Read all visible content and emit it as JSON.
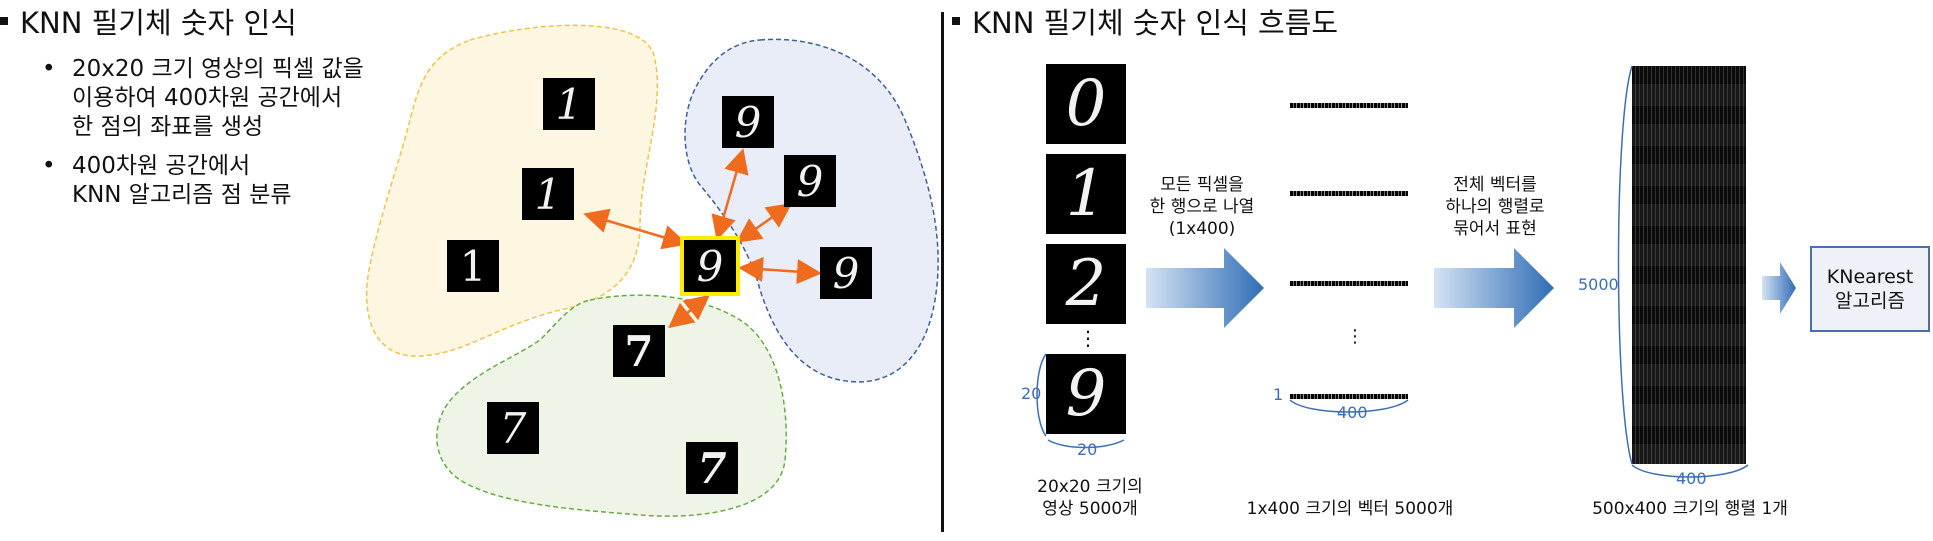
{
  "left": {
    "heading": "KNN 필기체 숫자 인식",
    "bullets": [
      "20x20 크기 영상의 픽셀 값을\n이용하여 400차원 공간에서\n한 점의 좌표를 생성",
      "400차원 공간에서\nKNN 알고리즘 점 분류"
    ],
    "digits": {
      "c1": "1",
      "c2": "1",
      "c3": "1",
      "c4": "9",
      "c5": "9",
      "c6": "9",
      "c7": "7",
      "c8": "7",
      "c9": "7",
      "query": "9"
    },
    "cluster_colors": {
      "yellow_fill": "#fdf6e1",
      "yellow_border": "#f0c24a",
      "blue_fill": "#e8edf7",
      "blue_border": "#3d5f9e",
      "green_fill": "#eef5e6",
      "green_border": "#6aab45",
      "arrow": "#ef6b1d",
      "query_border": "#ffeb00"
    }
  },
  "right": {
    "heading": "KNN 필기체 숫자 인식 흐름도",
    "digits": {
      "d0": "0",
      "d1": "1",
      "d2": "2",
      "d9": "9"
    },
    "ellipsis": "⋮",
    "img_dim_h": "20",
    "img_dim_w": "20",
    "step1_label": "모든 픽셀을\n한 행으로 나열\n(1x400)",
    "caption1": "20x20 크기의\n영상 5000개",
    "vec_index": "1",
    "vec_len": "400",
    "caption2": "1x400 크기의 벡터 5000개",
    "step2_label": "전체 벡터를\n하나의 행렬로\n묶어서 표현",
    "matrix_rows": "5000",
    "matrix_cols": "400",
    "caption3": "500x400 크기의 행렬 1개",
    "algo": "KNearest\n알고리즘",
    "accent": "#3d6fb6",
    "arrow_color": "#2f6db5"
  }
}
